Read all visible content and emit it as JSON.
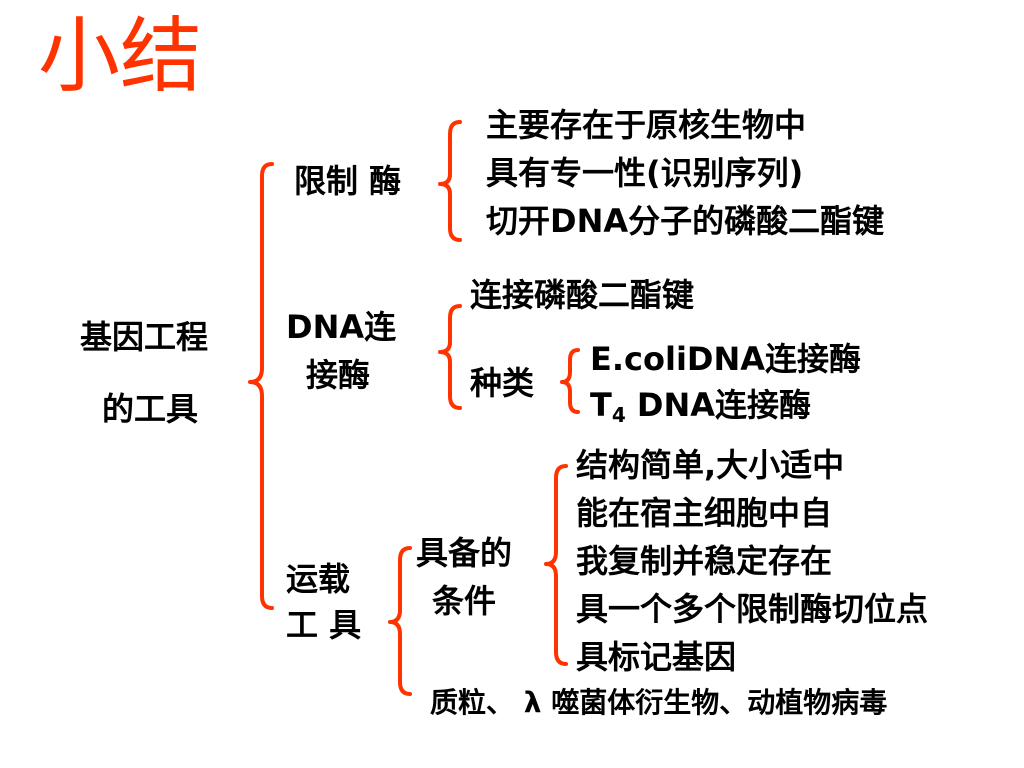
{
  "title": "小结",
  "root": {
    "line1": "基因工程",
    "line2": "的工具"
  },
  "restriction": {
    "label": "限制 酶",
    "items": [
      "主要存在于原核生物中",
      "具有专一性(识别序列)",
      "切开DNA分子的磷酸二酯键"
    ]
  },
  "ligase": {
    "label_line1": "DNA连",
    "label_line2": "接酶",
    "item": "连接磷酸二酯键",
    "kinds_label": "种类",
    "kind1": "E.coliDNA连接酶",
    "kind2_prefix": "T",
    "kind2_sub": "4",
    "kind2_rest": " DNA连接酶"
  },
  "vector": {
    "label_line1": "运载",
    "label_line2": "工 具",
    "conditions_line1": "具备的",
    "conditions_line2": "条件",
    "conditions": [
      "结构简单,大小适中",
      "能在宿主细胞中自",
      "我复制并稳定存在",
      "具一个多个限制酶切位点",
      "具标记基因"
    ],
    "types": "质粒、 λ 噬菌体衍生物、动植物病毒"
  },
  "colors": {
    "accent": "#ff3300",
    "text": "#000000"
  }
}
